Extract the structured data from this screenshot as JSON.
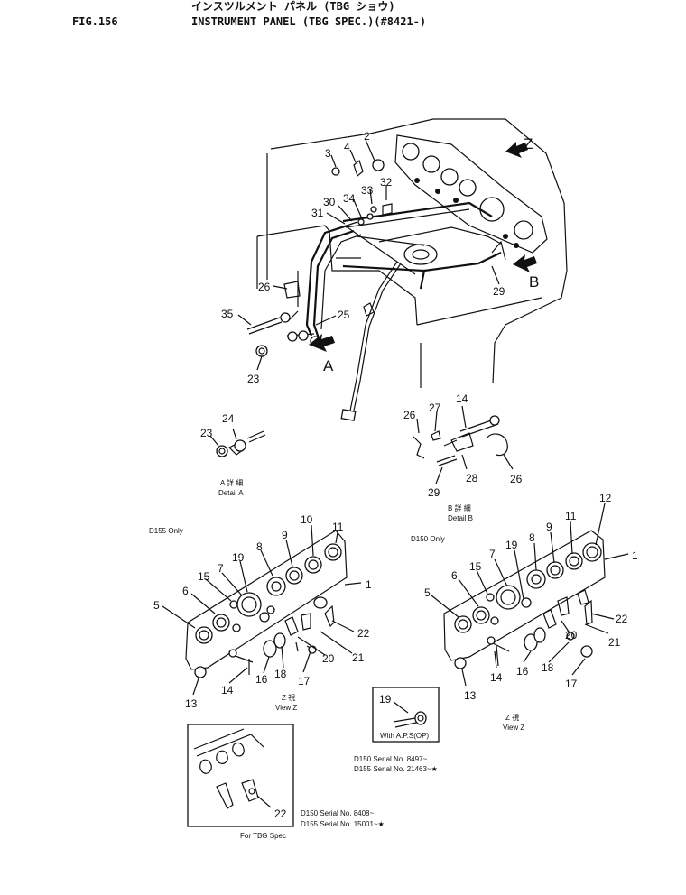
{
  "header": {
    "fig_label": "FIG.156",
    "title_jp": "インスツルメント パネル (TBG ショウ)",
    "title_en": "INSTRUMENT PANEL (TBG SPEC.)(#8421-)"
  },
  "top_callouts": [
    "2",
    "3",
    "4",
    "33",
    "32",
    "30",
    "34",
    "31",
    "26",
    "35",
    "25",
    "23",
    "29"
  ],
  "view_arrows": {
    "z": "Z",
    "a": "A",
    "b": "B"
  },
  "detail_a": {
    "callouts": [
      "24",
      "23"
    ],
    "label_jp": "A 詳 細",
    "label_en": "Detail A"
  },
  "detail_b": {
    "callouts": [
      "14",
      "26",
      "27",
      "28",
      "29",
      "26"
    ],
    "label_jp": "B 詳 細",
    "label_en": "Detail B"
  },
  "view_left": {
    "note": "D155 Only",
    "callouts": [
      "11",
      "10",
      "9",
      "8",
      "19",
      "7",
      "15",
      "6",
      "5",
      "1",
      "22",
      "20",
      "21",
      "18",
      "17",
      "16",
      "14",
      "13"
    ],
    "label_jp": "Z 視",
    "label_en": "View Z"
  },
  "view_right": {
    "note": "D150 Only",
    "callouts": [
      "12",
      "11",
      "9",
      "8",
      "19",
      "7",
      "15",
      "6",
      "5",
      "1",
      "22",
      "20",
      "21",
      "18",
      "17",
      "16",
      "14",
      "13"
    ],
    "label_jp": "Z 視",
    "label_en": "View Z"
  },
  "inset_aps": {
    "callout": "19",
    "caption": "With A.P.S(OP)",
    "serial_1": "D150 Serial No. 8497~",
    "serial_2": "D155 Serial No. 21463~★"
  },
  "inset_tbg": {
    "callout": "22",
    "serial_1": "D150 Serial No. 8408~",
    "serial_2": "D155 Serial No. 15001~★",
    "caption": "For TBG Spec"
  }
}
